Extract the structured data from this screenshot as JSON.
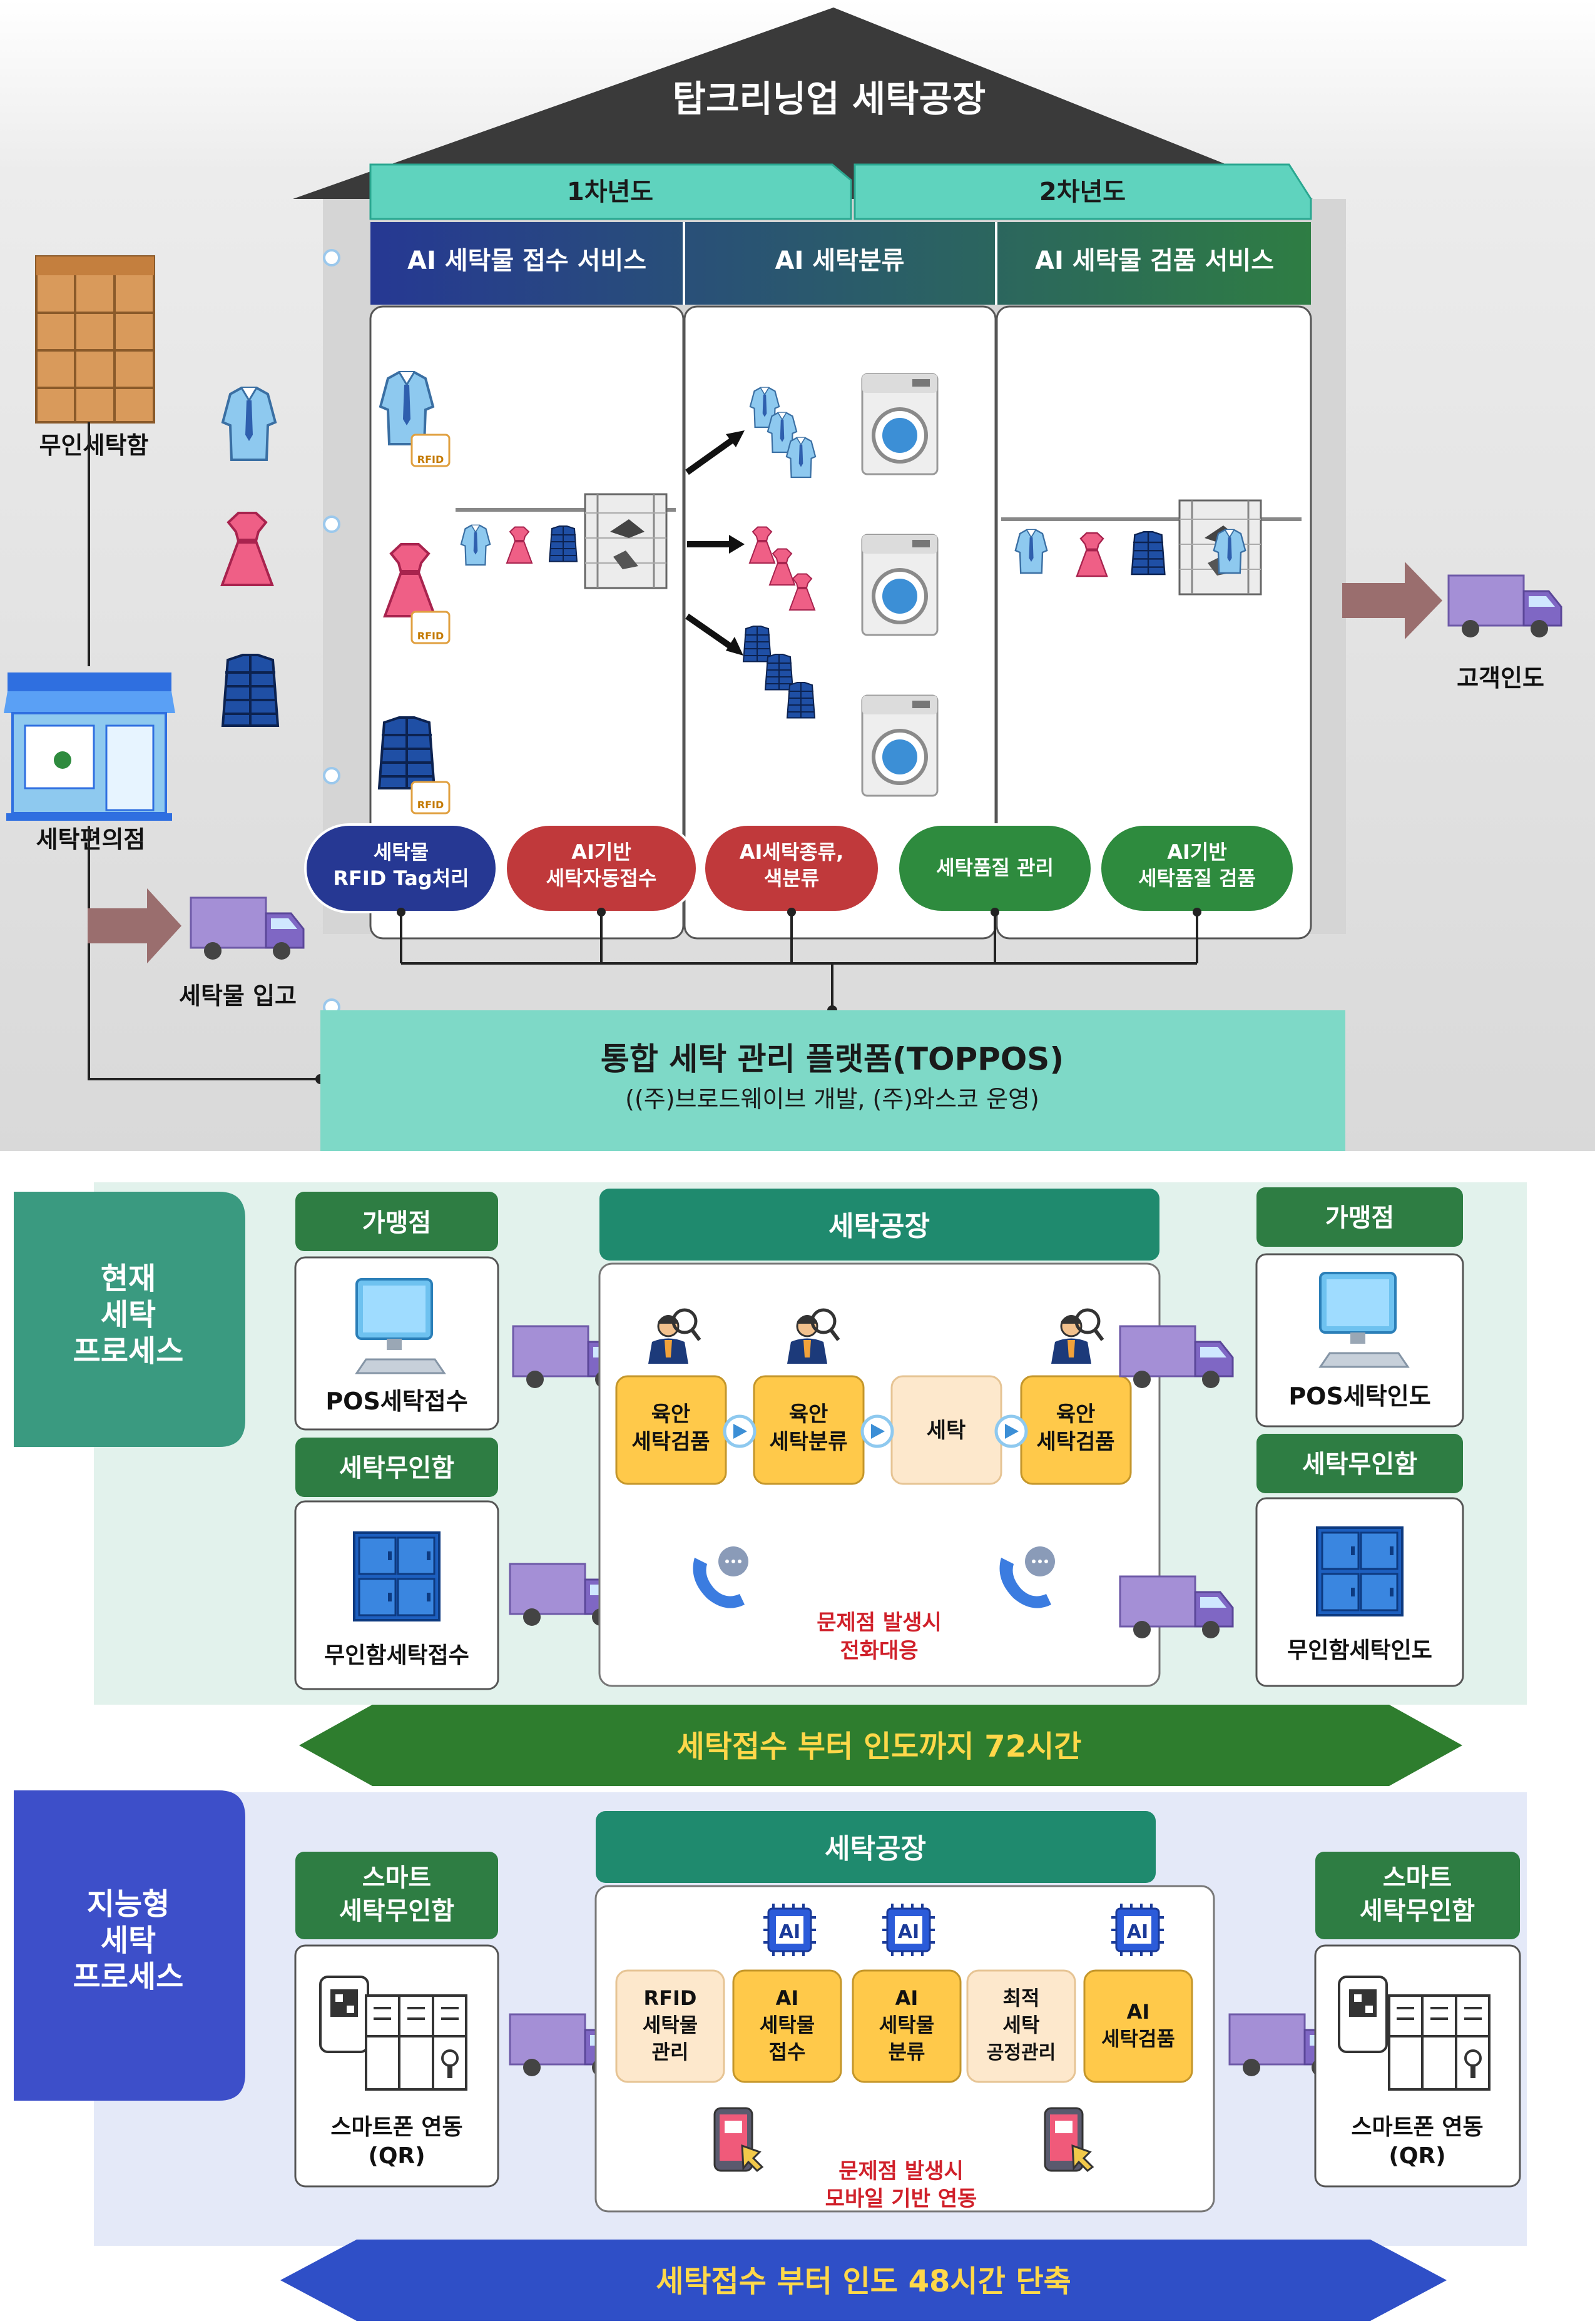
{
  "top": {
    "factory_title": "탑크리닝업 세탁공장",
    "years": [
      "1차년도",
      "2차년도"
    ],
    "services": [
      "AI 세탁물 접수 서비스",
      "AI 세탁분류",
      "AI 세탁물 검품 서비스"
    ],
    "left_labels": {
      "locker": "무인세탁함",
      "store": "세탁편의점",
      "intake": "세탁물 입고"
    },
    "right_label": "고객인도",
    "rfid_tag": "RFID",
    "pills": [
      {
        "line1": "세탁물",
        "line2": "RFID Tag처리"
      },
      {
        "line1": "AI기반",
        "line2": "세탁자동접수"
      },
      {
        "line1": "AI세탁종류,",
        "line2": "색분류"
      },
      {
        "line1": "세탁품질 관리",
        "line2": ""
      },
      {
        "line1": "AI기반",
        "line2": "세탁품질 검품"
      }
    ],
    "platform": {
      "title": "통합 세탁 관리 플랫폼(TOPPOS)",
      "subtitle": "((주)브로드웨이브 개발, (주)와스코 운영)"
    }
  },
  "current": {
    "side_label": [
      "현재",
      "세탁",
      "프로세스"
    ],
    "left_top_header": "가맹점",
    "left_top_caption": "POS세탁접수",
    "left_bottom_header": "세탁무인함",
    "left_bottom_caption": "무인함세탁접수",
    "factory_header": "세탁공장",
    "steps": [
      {
        "line1": "육안",
        "line2": "세탁검품"
      },
      {
        "line1": "육안",
        "line2": "세탁분류"
      },
      {
        "line1": "세탁",
        "line2": ""
      },
      {
        "line1": "육안",
        "line2": "세탁검품"
      }
    ],
    "issue": [
      "문제점 발생시",
      "전화대응"
    ],
    "right_top_header": "가맹점",
    "right_top_caption": "POS세탁인도",
    "right_bottom_header": "세탁무인함",
    "right_bottom_caption": "무인함세탁인도",
    "banner": "세탁접수 부터 인도까지 72시간"
  },
  "smart": {
    "side_label": [
      "지능형",
      "세탁",
      "프로세스"
    ],
    "left_header": [
      "스마트",
      "세탁무인함"
    ],
    "left_caption": [
      "스마트폰 연동",
      "(QR)"
    ],
    "factory_header": "세탁공장",
    "chip_label": "AI",
    "steps": [
      {
        "lines": [
          "RFID",
          "세탁물",
          "관리"
        ]
      },
      {
        "lines": [
          "AI",
          "세탁물",
          "접수"
        ]
      },
      {
        "lines": [
          "AI",
          "세탁물",
          "분류"
        ]
      },
      {
        "lines": [
          "최적",
          "세탁",
          "공정관리"
        ]
      },
      {
        "lines": [
          "AI",
          "세탁검품"
        ]
      }
    ],
    "issue": [
      "문제점 발생시",
      "모바일 기반 연동"
    ],
    "right_header": [
      "스마트",
      "세탁무인함"
    ],
    "right_caption": [
      "스마트폰 연동",
      "(QR)"
    ],
    "banner": "세탁접수 부터 인도 48시간 단축"
  },
  "colors": {
    "roof": "#3a3a3a",
    "mint": "#5fd3be",
    "navy": "#243b8e",
    "green": "#2e8b3e",
    "teal_header": "#1f8a6e",
    "red_pill": "#c0393b",
    "yellow": "#ffc94a",
    "current_bg": "#e2f2ec",
    "smart_bg": "#e4e9f8",
    "side_current": "#3a9a80",
    "side_smart": "#3d4fc9",
    "truck": "#a48fd6",
    "arrow_brown": "#9a6e6e"
  }
}
